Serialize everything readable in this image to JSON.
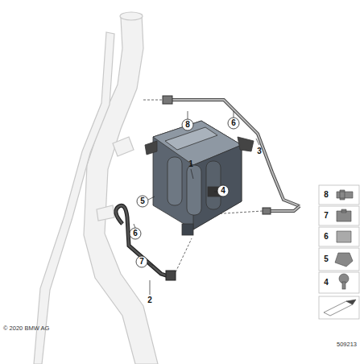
{
  "diagram": {
    "labels": [
      "8",
      "6",
      "3",
      "1",
      "5",
      "4",
      "6",
      "7",
      "2",
      "8",
      "7",
      "6",
      "5",
      "4",
      "© 2020 BMW AG",
      "509213"
    ]
  }
}
